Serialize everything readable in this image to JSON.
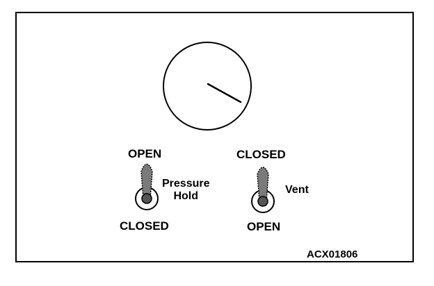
{
  "gauge": {
    "needle_icon": "gauge-needle-icon"
  },
  "valves": [
    {
      "name_lines": [
        "Pressure",
        "Hold"
      ],
      "upper_label": "OPEN",
      "lower_label": "CLOSED",
      "handle_position": "up",
      "icon": "valve-lever-icon"
    },
    {
      "name_lines": [
        "Vent"
      ],
      "upper_label": "CLOSED",
      "lower_label": "OPEN",
      "handle_position": "up",
      "icon": "valve-lever-icon"
    }
  ],
  "figure_code": "ACX01806",
  "colors": {
    "line": "#000000",
    "background": "#ffffff",
    "lever_fill": "#7a7a7a"
  }
}
